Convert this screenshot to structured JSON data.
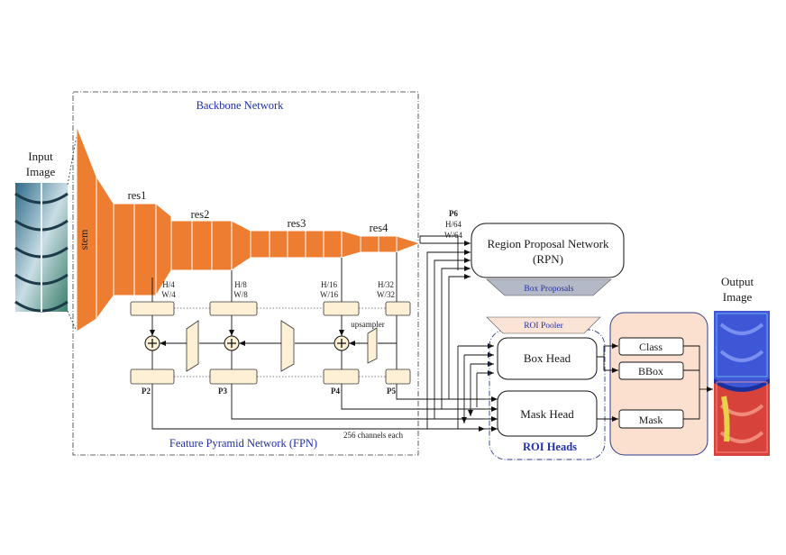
{
  "input": {
    "title_line1": "Input",
    "title_line2": "Image"
  },
  "output": {
    "title_line1": "Output",
    "title_line2": "Image"
  },
  "backbone": {
    "title": "Backbone Network",
    "stem_label": "stem",
    "stages": [
      "res1",
      "res2",
      "res3",
      "res4"
    ],
    "p6": {
      "label": "P6",
      "h": "H/64",
      "w": "W/64"
    }
  },
  "fpn": {
    "title": "Feature Pyramid Network (FPN)",
    "channels_note": "256 channels each",
    "upsampler_label": "upsampler",
    "scales": [
      {
        "h": "H/4",
        "w": "W/4"
      },
      {
        "h": "H/8",
        "w": "W/8"
      },
      {
        "h": "H/16",
        "w": "W/16"
      },
      {
        "h": "H/32",
        "w": "W/32"
      }
    ],
    "levels": [
      "P2",
      "P3",
      "P4",
      "P5"
    ]
  },
  "rpn": {
    "title_line1": "Region Proposal Network",
    "title_line2": "(RPN)",
    "proposals_label": "Box Proposals"
  },
  "roi": {
    "pooler_label": "ROI Pooler",
    "box_head": "Box Head",
    "mask_head": "Mask Head",
    "group_label": "ROI Heads"
  },
  "outputs": {
    "class_label": "Class",
    "bbox_label": "BBox",
    "mask_label": "Mask"
  },
  "colors": {
    "orange": "#ed7d31",
    "cream": "#fdf0d5",
    "peach_panel": "#fbe0d0",
    "gray_trapezoid": "#b4b9c7",
    "pooler_fill": "#fbe3d6",
    "blue_text": "#1f2fa8"
  }
}
